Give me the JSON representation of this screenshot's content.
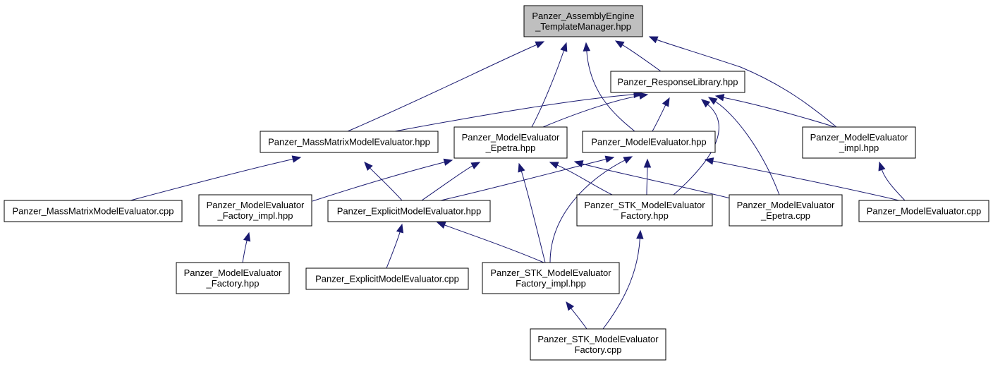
{
  "title": "Panzer_AssemblyEngine_TemplateManager.hpp include dependency graph",
  "colors": {
    "edge": "#191970",
    "root_fill": "#bfbfbf",
    "node_fill": "#ffffff",
    "border": "#000000"
  },
  "nodes": {
    "root": [
      "Panzer_AssemblyEngine",
      "_TemplateManager.hpp"
    ],
    "resp": [
      "Panzer_ResponseLibrary.hpp"
    ],
    "massh": [
      "Panzer_MassMatrixModelEvaluator.hpp"
    ],
    "meep": [
      "Panzer_ModelEvaluator",
      "_Epetra.hpp"
    ],
    "me": [
      "Panzer_ModelEvaluator.hpp"
    ],
    "meimpl": [
      "Panzer_ModelEvaluator",
      "_impl.hpp"
    ],
    "masscpp": [
      "Panzer_MassMatrixModelEvaluator.cpp"
    ],
    "mefi": [
      "Panzer_ModelEvaluator",
      "_Factory_impl.hpp"
    ],
    "explh": [
      "Panzer_ExplicitModelEvaluator.hpp"
    ],
    "stkfh": [
      "Panzer_STK_ModelEvaluator",
      "Factory.hpp"
    ],
    "meepcpp": [
      "Panzer_ModelEvaluator",
      "_Epetra.cpp"
    ],
    "mecpp": [
      "Panzer_ModelEvaluator.cpp"
    ],
    "mef": [
      "Panzer_ModelEvaluator",
      "_Factory.hpp"
    ],
    "explcpp": [
      "Panzer_ExplicitModelEvaluator.cpp"
    ],
    "stkfi": [
      "Panzer_STK_ModelEvaluator",
      "Factory_impl.hpp"
    ],
    "stkfcpp": [
      "Panzer_STK_ModelEvaluator",
      "Factory.cpp"
    ]
  },
  "edges": [
    [
      "massh",
      "root"
    ],
    [
      "meep",
      "root"
    ],
    [
      "me",
      "root"
    ],
    [
      "resp",
      "root"
    ],
    [
      "meimpl",
      "root"
    ],
    [
      "massh",
      "resp"
    ],
    [
      "meep",
      "resp"
    ],
    [
      "me",
      "resp"
    ],
    [
      "meimpl",
      "resp"
    ],
    [
      "stkfh",
      "resp"
    ],
    [
      "meepcpp",
      "resp"
    ],
    [
      "masscpp",
      "massh"
    ],
    [
      "explh",
      "massh"
    ],
    [
      "mefi",
      "meep"
    ],
    [
      "explh",
      "meep"
    ],
    [
      "stkfh",
      "meep"
    ],
    [
      "meepcpp",
      "meep"
    ],
    [
      "stkfi",
      "meep"
    ],
    [
      "explh",
      "me"
    ],
    [
      "stkfh",
      "me"
    ],
    [
      "mecpp",
      "me"
    ],
    [
      "stkfi",
      "me"
    ],
    [
      "mecpp",
      "meimpl"
    ],
    [
      "mef",
      "mefi"
    ],
    [
      "explcpp",
      "explh"
    ],
    [
      "stkfi",
      "explh"
    ],
    [
      "stkfcpp",
      "stkfh"
    ],
    [
      "stkfcpp",
      "stkfi"
    ]
  ]
}
